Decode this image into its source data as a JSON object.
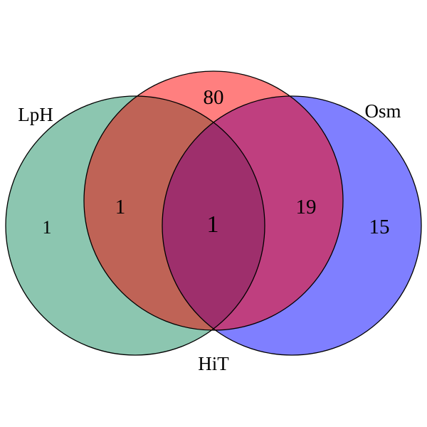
{
  "sets": [
    {
      "id": "lph",
      "label": "LpH",
      "color": "#8CC6B0"
    },
    {
      "id": "hit",
      "label": "HiT",
      "color": "#FF7F7F"
    },
    {
      "id": "osm",
      "label": "Osm",
      "color": "#7F7FFF"
    }
  ],
  "regions": {
    "only_lph": "1",
    "only_hit": "80",
    "only_osm": "15",
    "lph_hit": "1",
    "hit_osm": "19",
    "all_three": "1"
  },
  "overlap_colors": {
    "lph_hit": "#BF6356",
    "hit_osm": "#BF3F7F",
    "all_three": "#9E2F6C",
    "outline": "#000000"
  }
}
